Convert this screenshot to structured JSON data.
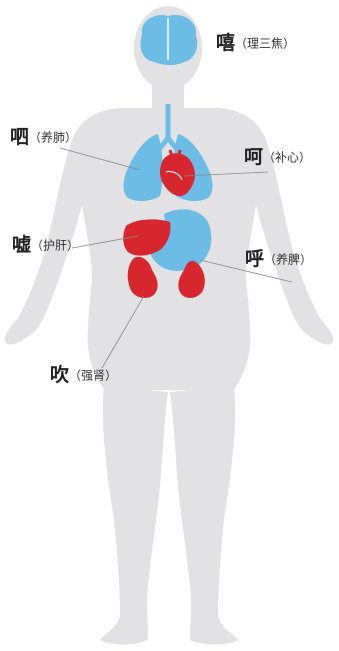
{
  "colors": {
    "silhouette": "#e2e2e4",
    "organ_blue": "#6cbde6",
    "organ_red": "#d8262e",
    "leader_line": "#8a8a8a"
  },
  "labels": {
    "xi_brain": {
      "char": "嘻",
      "sub": "（理三焦）"
    },
    "si_lung": {
      "char": "呬",
      "sub": "（养肺）"
    },
    "he_heart": {
      "char": "呵",
      "sub": "（补心）"
    },
    "xu_liver": {
      "char": "嘘",
      "sub": "（护肝）"
    },
    "hu_spleen": {
      "char": "呼",
      "sub": "（养脾）"
    },
    "chui_kidney": {
      "char": "吹",
      "sub": "（强肾）"
    }
  }
}
